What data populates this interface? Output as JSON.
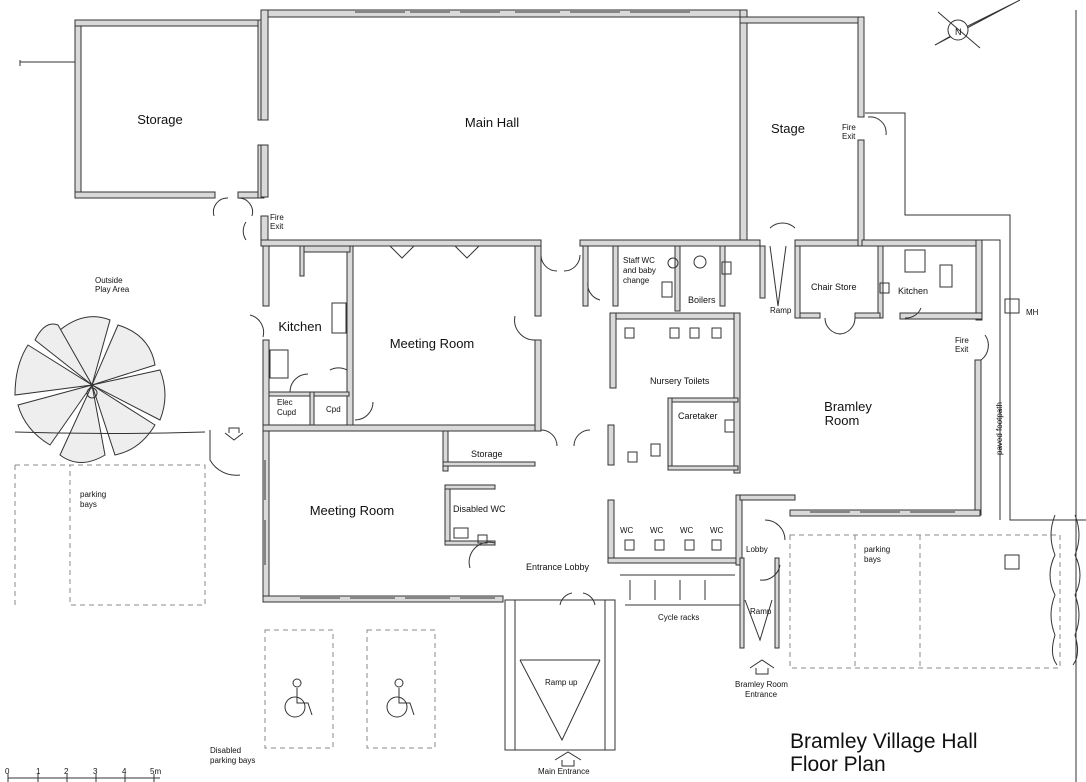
{
  "title": {
    "line1": "Bramley Village Hall",
    "line2": "Floor Plan"
  },
  "rooms": {
    "storage": "Storage",
    "main_hall": "Main Hall",
    "stage": "Stage",
    "kitchen_west": "Kitchen",
    "meeting_room_1": "Meeting Room",
    "meeting_room_2": "Meeting Room",
    "elec_cupd": [
      "Elec",
      "Cupd"
    ],
    "cpd": "Cpd",
    "staff_wc": [
      "Staff WC",
      "and baby",
      "change"
    ],
    "boilers": "Boilers",
    "ramp_inner": "Ramp",
    "chair_store": "Chair Store",
    "kitchen_east": "Kitchen",
    "nursery_toilets": "Nursery Toilets",
    "caretaker": "Caretaker",
    "bramley_room": [
      "Bramley",
      "Room"
    ],
    "storage_small": "Storage",
    "disabled_wc": "Disabled WC",
    "entrance_lobby": "Entrance Lobby",
    "wc": [
      "WC",
      "WC",
      "WC",
      "WC"
    ],
    "lobby": "Lobby",
    "ramp_east": "Ramp"
  },
  "annotations": {
    "fire_exit_west": [
      "Fire",
      "Exit"
    ],
    "fire_exit_stage": [
      "Fire",
      "Exit"
    ],
    "fire_exit_bramley": [
      "Fire",
      "Exit"
    ],
    "outside_play_area": [
      "Outside",
      "Play Area"
    ],
    "parking_west": [
      "parking",
      "bays"
    ],
    "parking_east": [
      "parking",
      "bays"
    ],
    "mh": "MH",
    "paved_footpath": "paved footpath",
    "cycle_racks": "Cycle racks",
    "ramp_up": "Ramp up",
    "bramley_entrance": [
      "Bramley Room",
      "Entrance"
    ],
    "main_entrance": "Main Entrance",
    "disabled_parking": [
      "Disabled",
      "parking bays"
    ],
    "north": "N"
  },
  "scale_bar": {
    "ticks": [
      "0",
      "1",
      "2",
      "3",
      "4",
      "5m"
    ]
  },
  "colors": {
    "wall": "#d9d9d9",
    "line": "#333333"
  }
}
